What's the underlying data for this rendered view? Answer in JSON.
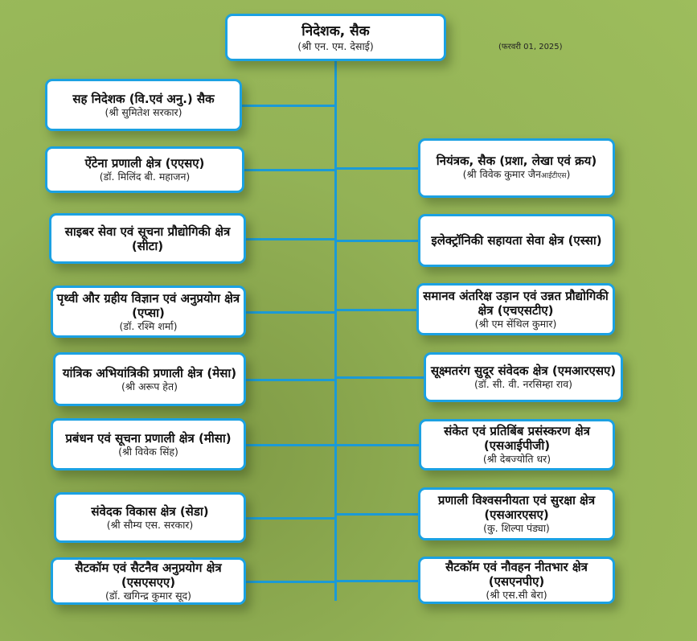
{
  "date": "(फरवरी 01, 2025)",
  "director": {
    "title": "निदेशक, सैक",
    "name": "(श्री एन. एम. देसाई)"
  },
  "left": [
    {
      "title": "सह निदेशक (वि.एवं अनु.) सैक",
      "name": "(श्री सुमितेश सरकार)"
    },
    {
      "title": "ऐंटेना प्रणाली क्षेत्र (एएसए)",
      "name": "(डॉ. मिलिंद बी. महाजन)"
    },
    {
      "title": "साइबर सेवा एवं सूचना प्रौद्योगिकी क्षेत्र (सीटा)",
      "name": ""
    },
    {
      "title": "पृथ्वी और ग्रहीय विज्ञान एवं अनुप्रयोग क्षेत्र (एप्सा)",
      "name": "(डॉ. रश्मि शर्मा)"
    },
    {
      "title": "यांत्रिक अभियांत्रिकी प्रणाली क्षेत्र (मेसा)",
      "name": "(श्री अरूप हेत)"
    },
    {
      "title": "प्रबंधन एवं सूचना प्रणाली क्षेत्र (मीसा)",
      "name": "(श्री विवेक सिंह)"
    },
    {
      "title": "संवेदक विकास क्षेत्र (सेडा)",
      "name": "(श्री सौम्य एस. सरकार)"
    },
    {
      "title": "सैटकॉम एवं सैटनैव अनुप्रयोग क्षेत्र  (एसएसएए)",
      "name": "(डॉ. खगिन्द्र कुमार सूद)"
    }
  ],
  "right": [
    {
      "title": "नियंत्रक, सैक (प्रशा, लेखा एवं क्रय)",
      "name": "(श्री विवेक कुमार जैन",
      "name_sub": "आईटीएस",
      "name_end": ")"
    },
    {
      "title": "इलेक्ट्रॉनिकी सहायता सेवा क्षेत्र (एस्सा)",
      "name": ""
    },
    {
      "title": "समानव अंतरिक्ष उड़ान एवं उन्नत प्रौद्योगिकी क्षेत्र (एचएसटीए)",
      "name": "(श्री एम सेंथिल कुमार)"
    },
    {
      "title": "सूक्ष्मतरंग सुदूर संवेदक क्षेत्र (एमआरएसए)",
      "name": "(डॉ. सी. वी. नरसिम्हा राव)"
    },
    {
      "title": "संकेत एवं प्रतिबिंब प्रसंस्करण क्षेत्र (एसआईपीजी)",
      "name": "(श्री देबज्योति धर)"
    },
    {
      "title": "प्रणाली विश्वसनीयता एवं सुरक्षा क्षेत्र (एसआरएसए)",
      "name": "(कु. शिल्पा पंड्या)"
    },
    {
      "title": "सैटकॉम एवं नौवहन नीतभार क्षेत्र (एसएनपीए)",
      "name": "(श्री एस.सी बेरा)"
    }
  ]
}
